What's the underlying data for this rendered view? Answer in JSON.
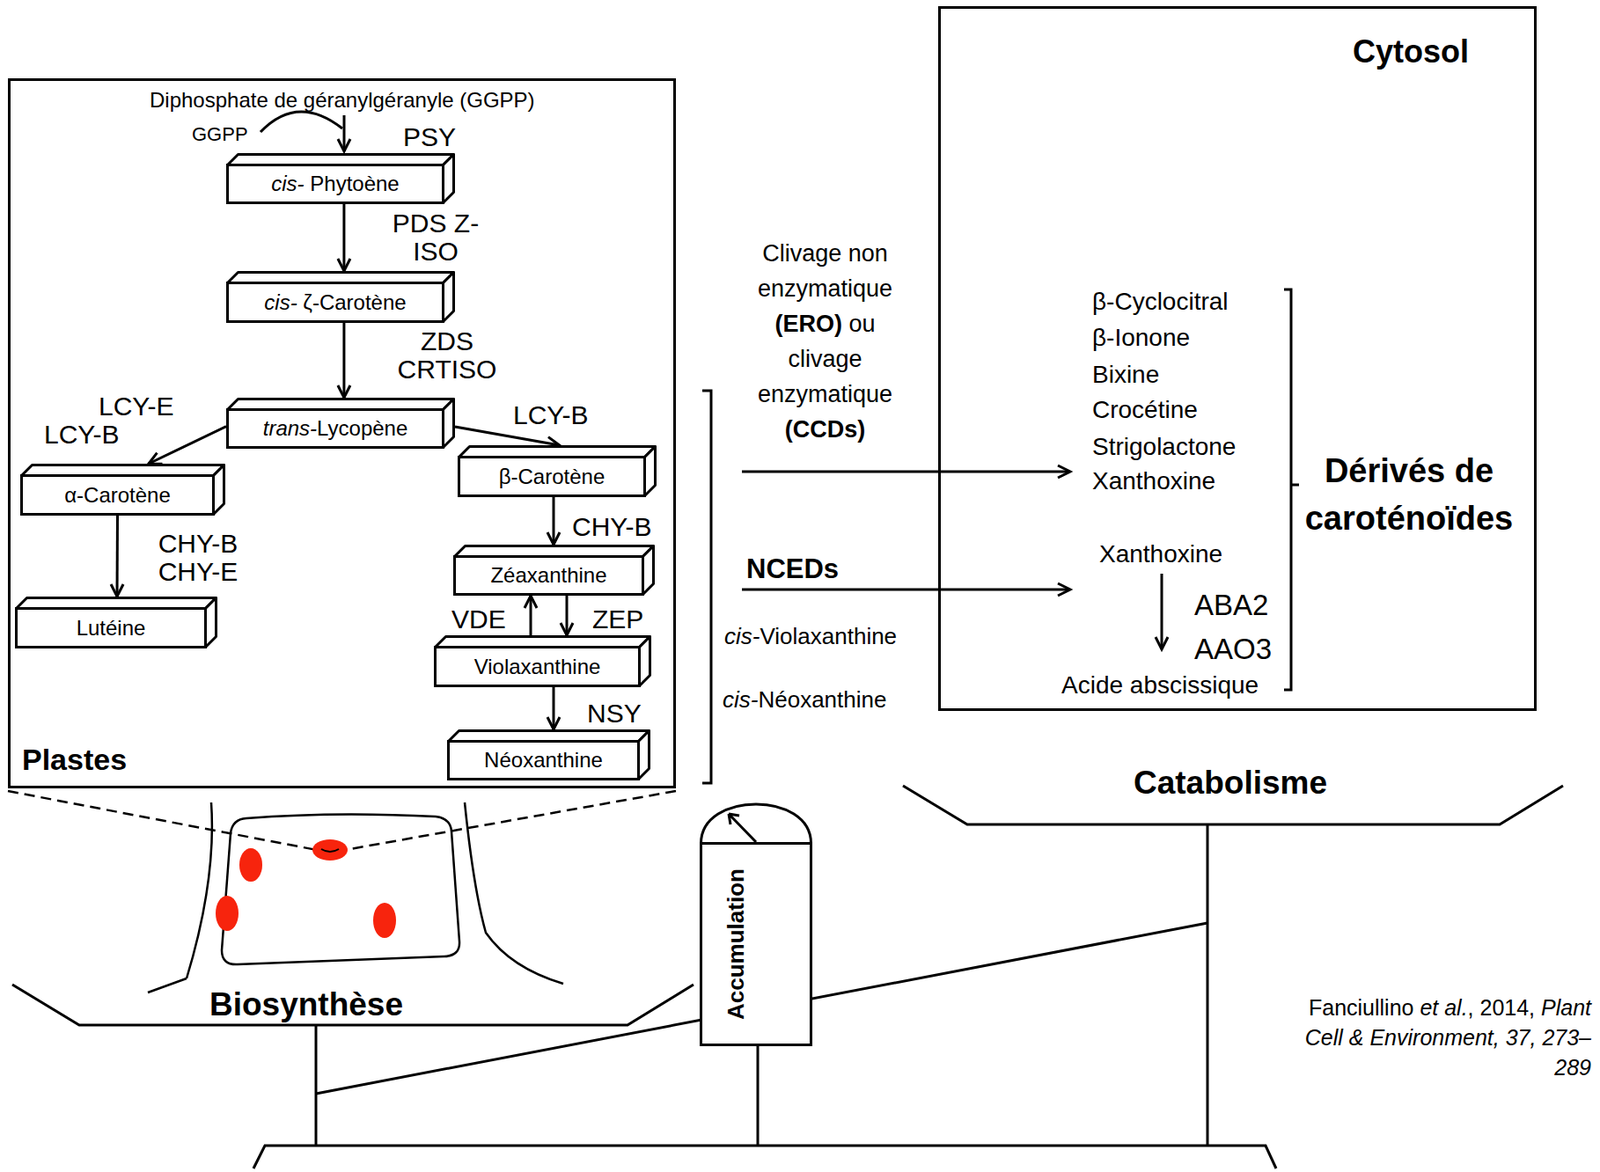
{
  "diagram": {
    "nodes": [
      {
        "text": [
          "Plastes"
        ]
      },
      {
        "text": [
          "cis- Phytoène"
        ],
        "in": 0
      },
      {
        "text": [
          "cis- ζ-Carotène"
        ],
        "in": 0
      },
      {
        "text": [
          "trans-Lycopène"
        ],
        "in": 0
      },
      {
        "text": [
          "α-Carotène"
        ],
        "in": 0
      },
      {
        "text": [
          "Lutéine"
        ],
        "in": 0
      },
      {
        "text": [
          "β-Carotène"
        ],
        "in": 0
      },
      {
        "text": [
          "Zéaxanthine"
        ],
        "in": 0
      },
      {
        "text": [
          "Violaxanthine"
        ],
        "in": 0
      },
      {
        "text": [
          "Néoxanthine"
        ],
        "in": 0
      },
      {
        "text": [
          "Cytosol"
        ]
      },
      {
        "text": [
          "Accumulation"
        ]
      }
    ],
    "edges": [
      {
        "from": 1,
        "to": 2,
        "label": "PDS Z-ISO",
        "arrow": "to"
      },
      {
        "from": 2,
        "to": 3,
        "label": "ZDS CRTISO",
        "arrow": "to"
      },
      {
        "from": 3,
        "to": 4,
        "label": "LCY-E LCY-B",
        "arrow": "to"
      },
      {
        "from": 3,
        "to": 6,
        "label": "LCY-B",
        "arrow": "to"
      },
      {
        "from": 4,
        "to": 5,
        "label": "CHY-B CHY-E",
        "arrow": "to"
      },
      {
        "from": 6,
        "to": 7,
        "label": "CHY-B",
        "arrow": "to"
      },
      {
        "from": 8,
        "to": 7,
        "label": "VDE",
        "arrow": "to"
      },
      {
        "from": 7,
        "to": 8,
        "label": "ZEP",
        "arrow": "to"
      },
      {
        "from": 8,
        "to": 9,
        "label": "NSY",
        "arrow": "to"
      }
    ],
    "labels": [
      "Diphosphate de géranylgéranyle (GGPP)",
      "GGPP",
      "PSY",
      "Clivage non enzymatique (ERO) ou clivage enzymatique (CCDs)",
      "NCEDs",
      "cis-Violaxanthine",
      "cis-Néoxanthine",
      "β-Cyclocitral",
      "β-Ionone",
      "Bixine",
      "Crocétine",
      "Strigolactone",
      "Xanthoxine",
      "Dérivés de caroténoïdes",
      "Xanthoxine",
      "ABA2",
      "AAO3",
      "Acide abscissique",
      "Catabolisme",
      "Biosynthèse",
      "Fanciullino et al., 2014, Plant Cell & Environment, 37, 273–289"
    ]
  }
}
